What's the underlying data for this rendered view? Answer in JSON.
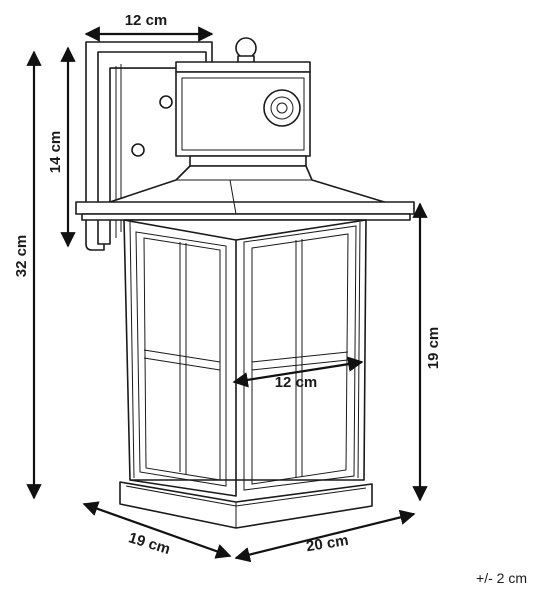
{
  "dimensions": {
    "top_width": "12 cm",
    "total_height": "32 cm",
    "backplate_height": "14 cm",
    "body_height": "19 cm",
    "body_width": "12 cm",
    "base_depth": "19 cm",
    "base_width": "20 cm"
  },
  "tolerance": "+/- 2 cm"
}
